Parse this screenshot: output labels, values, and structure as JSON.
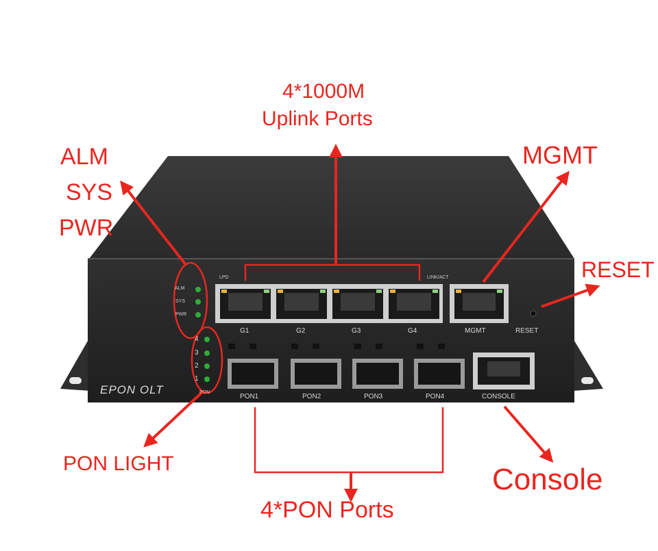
{
  "callouts": {
    "uplink_line1": "4*1000M",
    "uplink_line2": "Uplink Ports",
    "alm": "ALM",
    "sys": "SYS",
    "pwr": "PWR",
    "mgmt": "MGMT",
    "reset": "RESET",
    "pon_light": "PON LIGHT",
    "console": "Console",
    "pon_ports": "4*PON Ports"
  },
  "device": {
    "brand": "EPON OLT",
    "led_labels": [
      "ALM",
      "SYS",
      "PWR"
    ],
    "lpd_label": "LPD",
    "link_act_label": "LINK/ACT",
    "uplink_ports": [
      "G1",
      "G2",
      "G3",
      "G4"
    ],
    "mgmt_label": "MGMT",
    "reset_label": "RESET",
    "pon_led_numbers": [
      "4",
      "3",
      "2",
      "1"
    ],
    "pon_led_label": "PON",
    "pon_ports": [
      "PON1",
      "PON2",
      "PON3",
      "PON4"
    ],
    "console_label": "CONSOLE"
  },
  "colors": {
    "annotation": "#e8261f",
    "chassis": "#2b2b2b",
    "led_green": "#2fae3a",
    "port_frame": "#d0d0d0"
  }
}
